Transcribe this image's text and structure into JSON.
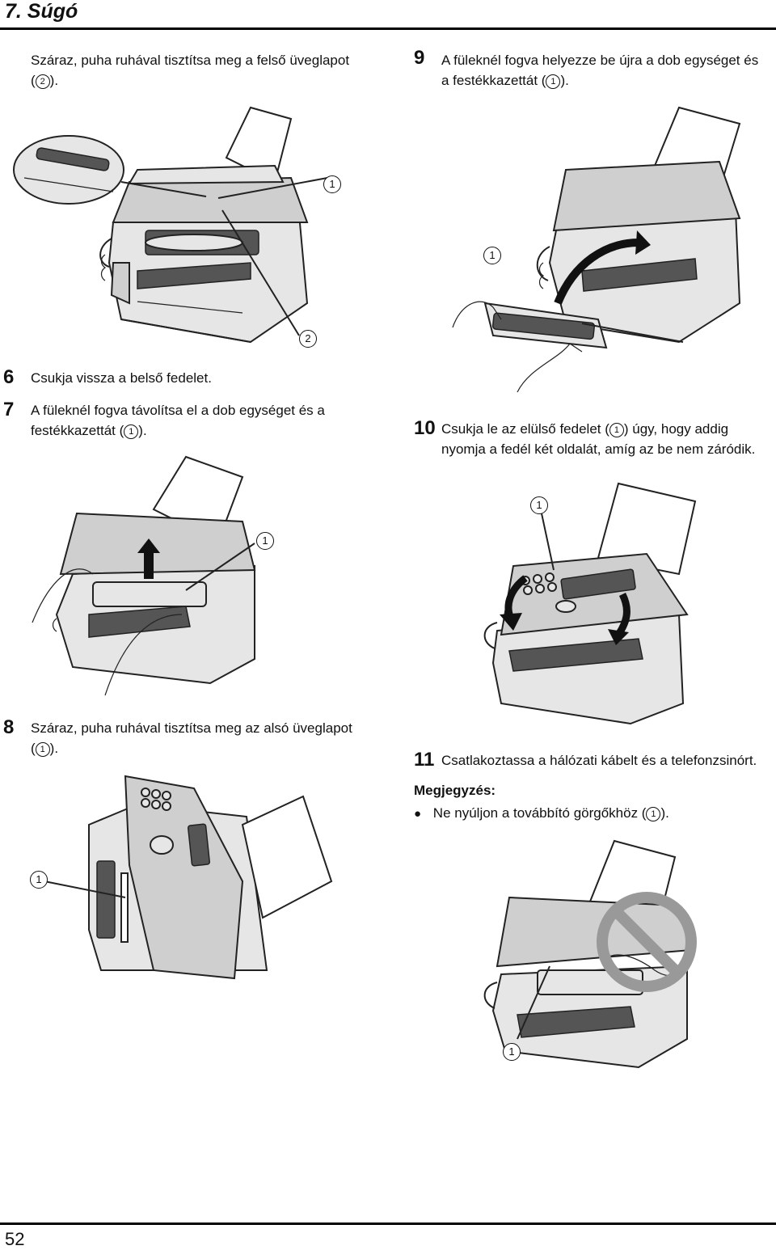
{
  "header": {
    "title": "7. Súgó"
  },
  "footer": {
    "page_number": "52"
  },
  "steps": {
    "s5_text_a": "Száraz, puha ruhával tisztítsa meg a felső üveglapot",
    "s5_text_b": "(",
    "s5_text_c": ").",
    "s6_num": "6",
    "s6_text": "Csukja vissza a belső fedelet.",
    "s7_num": "7",
    "s7_text_a": "A füleknél fogva távolítsa el a dob egységet és a",
    "s7_text_b": "festékkazettát (",
    "s7_text_c": ").",
    "s8_num": "8",
    "s8_text_a": "Száraz, puha ruhával tisztítsa meg az alsó üveglapot",
    "s8_text_b": "(",
    "s8_text_c": ").",
    "s9_num": "9",
    "s9_text_a": "A füleknél fogva helyezze be újra a dob egységet és",
    "s9_text_b": "a festékkazettát (",
    "s9_text_c": ").",
    "s10_num": "10",
    "s10_text_a": "Csukja le az elülső fedelet (",
    "s10_text_b": ") úgy, hogy addig",
    "s10_text_c": "nyomja a fedél két oldalát, amíg az be nem záródik.",
    "s11_num": "11",
    "s11_text": "Csatlakoztassa a hálózati kábelt és a telefonzsinórt."
  },
  "note": {
    "title": "Megjegyzés:",
    "bullet_symbol": "●",
    "text_a": "Ne nyúljon a továbbító görgőkhöz (",
    "text_b": ")."
  },
  "callouts": {
    "one": "1",
    "two": "2"
  },
  "icons": {
    "callout_marker": "circled-number",
    "prohibition": "no-touch-sign"
  }
}
